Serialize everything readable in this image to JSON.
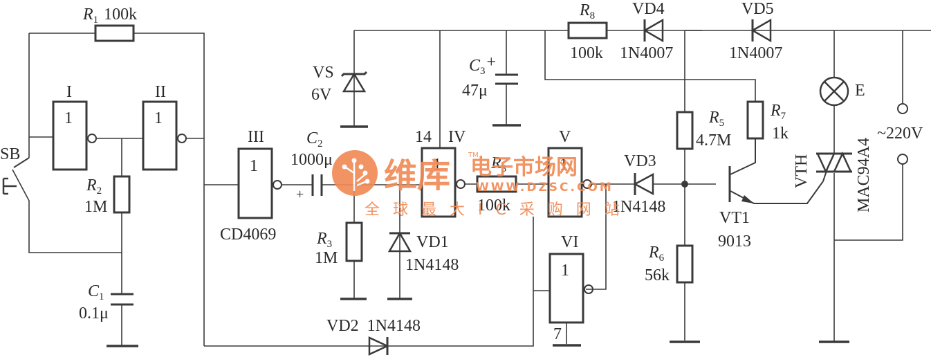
{
  "title": "Touch/delay lamp control circuit (CD4069 + MAC94A4)",
  "gates": [
    {
      "id": "I",
      "symbol": "1"
    },
    {
      "id": "II",
      "symbol": "1"
    },
    {
      "id": "III",
      "symbol": "1",
      "part": "CD4069"
    },
    {
      "id": "IV",
      "symbol": "1",
      "pin": "14"
    },
    {
      "id": "V",
      "symbol": "1"
    },
    {
      "id": "VI",
      "symbol": "1",
      "pin": "7"
    }
  ],
  "components": {
    "R1": {
      "ref": "R",
      "sub": "1",
      "value": "100k"
    },
    "R2": {
      "ref": "R",
      "sub": "2",
      "value": "1M"
    },
    "R3a": {
      "ref": "R",
      "sub": "3",
      "value": "1M"
    },
    "R3b": {
      "ref": "R",
      "sub": "3",
      "value": "100k"
    },
    "R5": {
      "ref": "R",
      "sub": "5",
      "value": "4.7M"
    },
    "R6": {
      "ref": "R",
      "sub": "6",
      "value": "56k"
    },
    "R7": {
      "ref": "R",
      "sub": "7",
      "value": "1k"
    },
    "R8": {
      "ref": "R",
      "sub": "8",
      "value": "100k"
    },
    "C1": {
      "ref": "C",
      "sub": "1",
      "value": "0.1μ"
    },
    "C2": {
      "ref": "C",
      "sub": "2",
      "value": "1000μ",
      "polarity": "+"
    },
    "C3": {
      "ref": "C",
      "sub": "3",
      "value": "47μ",
      "polarity": "+"
    },
    "VS": {
      "ref": "VS",
      "value": "6V"
    },
    "VD1": {
      "ref": "VD1",
      "value": "1N4148"
    },
    "VD2": {
      "ref": "VD2",
      "value": "1N4148"
    },
    "VD3": {
      "ref": "VD3",
      "value": "1N4148"
    },
    "VD4": {
      "ref": "VD4",
      "value": "1N4007"
    },
    "VD5": {
      "ref": "VD5",
      "value": "1N4007"
    },
    "VT1": {
      "ref": "VT1",
      "value": "9013"
    },
    "VTH": {
      "ref": "VTH",
      "value": "MAC94A4"
    },
    "E": {
      "ref": "E"
    },
    "SB": {
      "ref": "SB"
    },
    "supply": {
      "value": "~220V"
    }
  },
  "watermark": {
    "brand": "维库",
    "tagline_top": "电子市场网",
    "tm": "TM",
    "url": "WWW.DZSC.COM",
    "tagline_bottom": "全 球 最 大 I C 采 购 网 站",
    "color": "#f08a55"
  }
}
